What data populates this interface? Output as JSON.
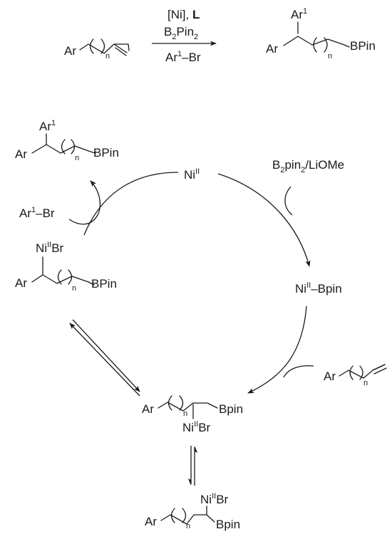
{
  "top_equation": {
    "reactant": {
      "ar": "Ar",
      "n": "n"
    },
    "conditions": {
      "catalyst_prefix": "[Ni], ",
      "ligand": "L",
      "reagent_base": "B",
      "reagent_sub1": "2",
      "reagent_mid": "Pin",
      "reagent_sub2": "2",
      "coupling_base": "Ar",
      "coupling_sup": "1",
      "coupling_rest": "–Br"
    },
    "product": {
      "ar": "Ar",
      "ar1": "Ar",
      "ar1_sup": "1",
      "n": "n",
      "bpin": "BPin"
    }
  },
  "cycle": {
    "ni_center": {
      "base": "Ni",
      "sup": "II"
    },
    "reagent_b2pin2": {
      "b": "B",
      "sub1": "2",
      "pin": "pin",
      "sub2": "2",
      "rest": "/LiOMe"
    },
    "ni_bpin": {
      "base": "Ni",
      "sup": "II",
      "rest": "–Bpin"
    },
    "alkene_in": {
      "ar": "Ar",
      "n": "n"
    },
    "insertion_product": {
      "ar": "Ar",
      "n": "n",
      "bpin": "Bpin",
      "ni": "Ni",
      "ni_sup": "II",
      "br": "Br"
    },
    "isomer": {
      "ar": "Ar",
      "n": "n",
      "bpin": "Bpin",
      "ni": "Ni",
      "ni_sup": "II",
      "br": "Br"
    },
    "chain_walk_int": {
      "ar": "Ar",
      "n": "n",
      "bpin": "BPin",
      "ni": "Ni",
      "ni_sup": "II",
      "br": "Br"
    },
    "ar1br_in": {
      "base": "Ar",
      "sup": "1",
      "rest": "–Br"
    },
    "product_out": {
      "ar": "Ar",
      "ar1": "Ar",
      "ar1_sup": "1",
      "n": "n",
      "bpin": "BPin"
    }
  }
}
